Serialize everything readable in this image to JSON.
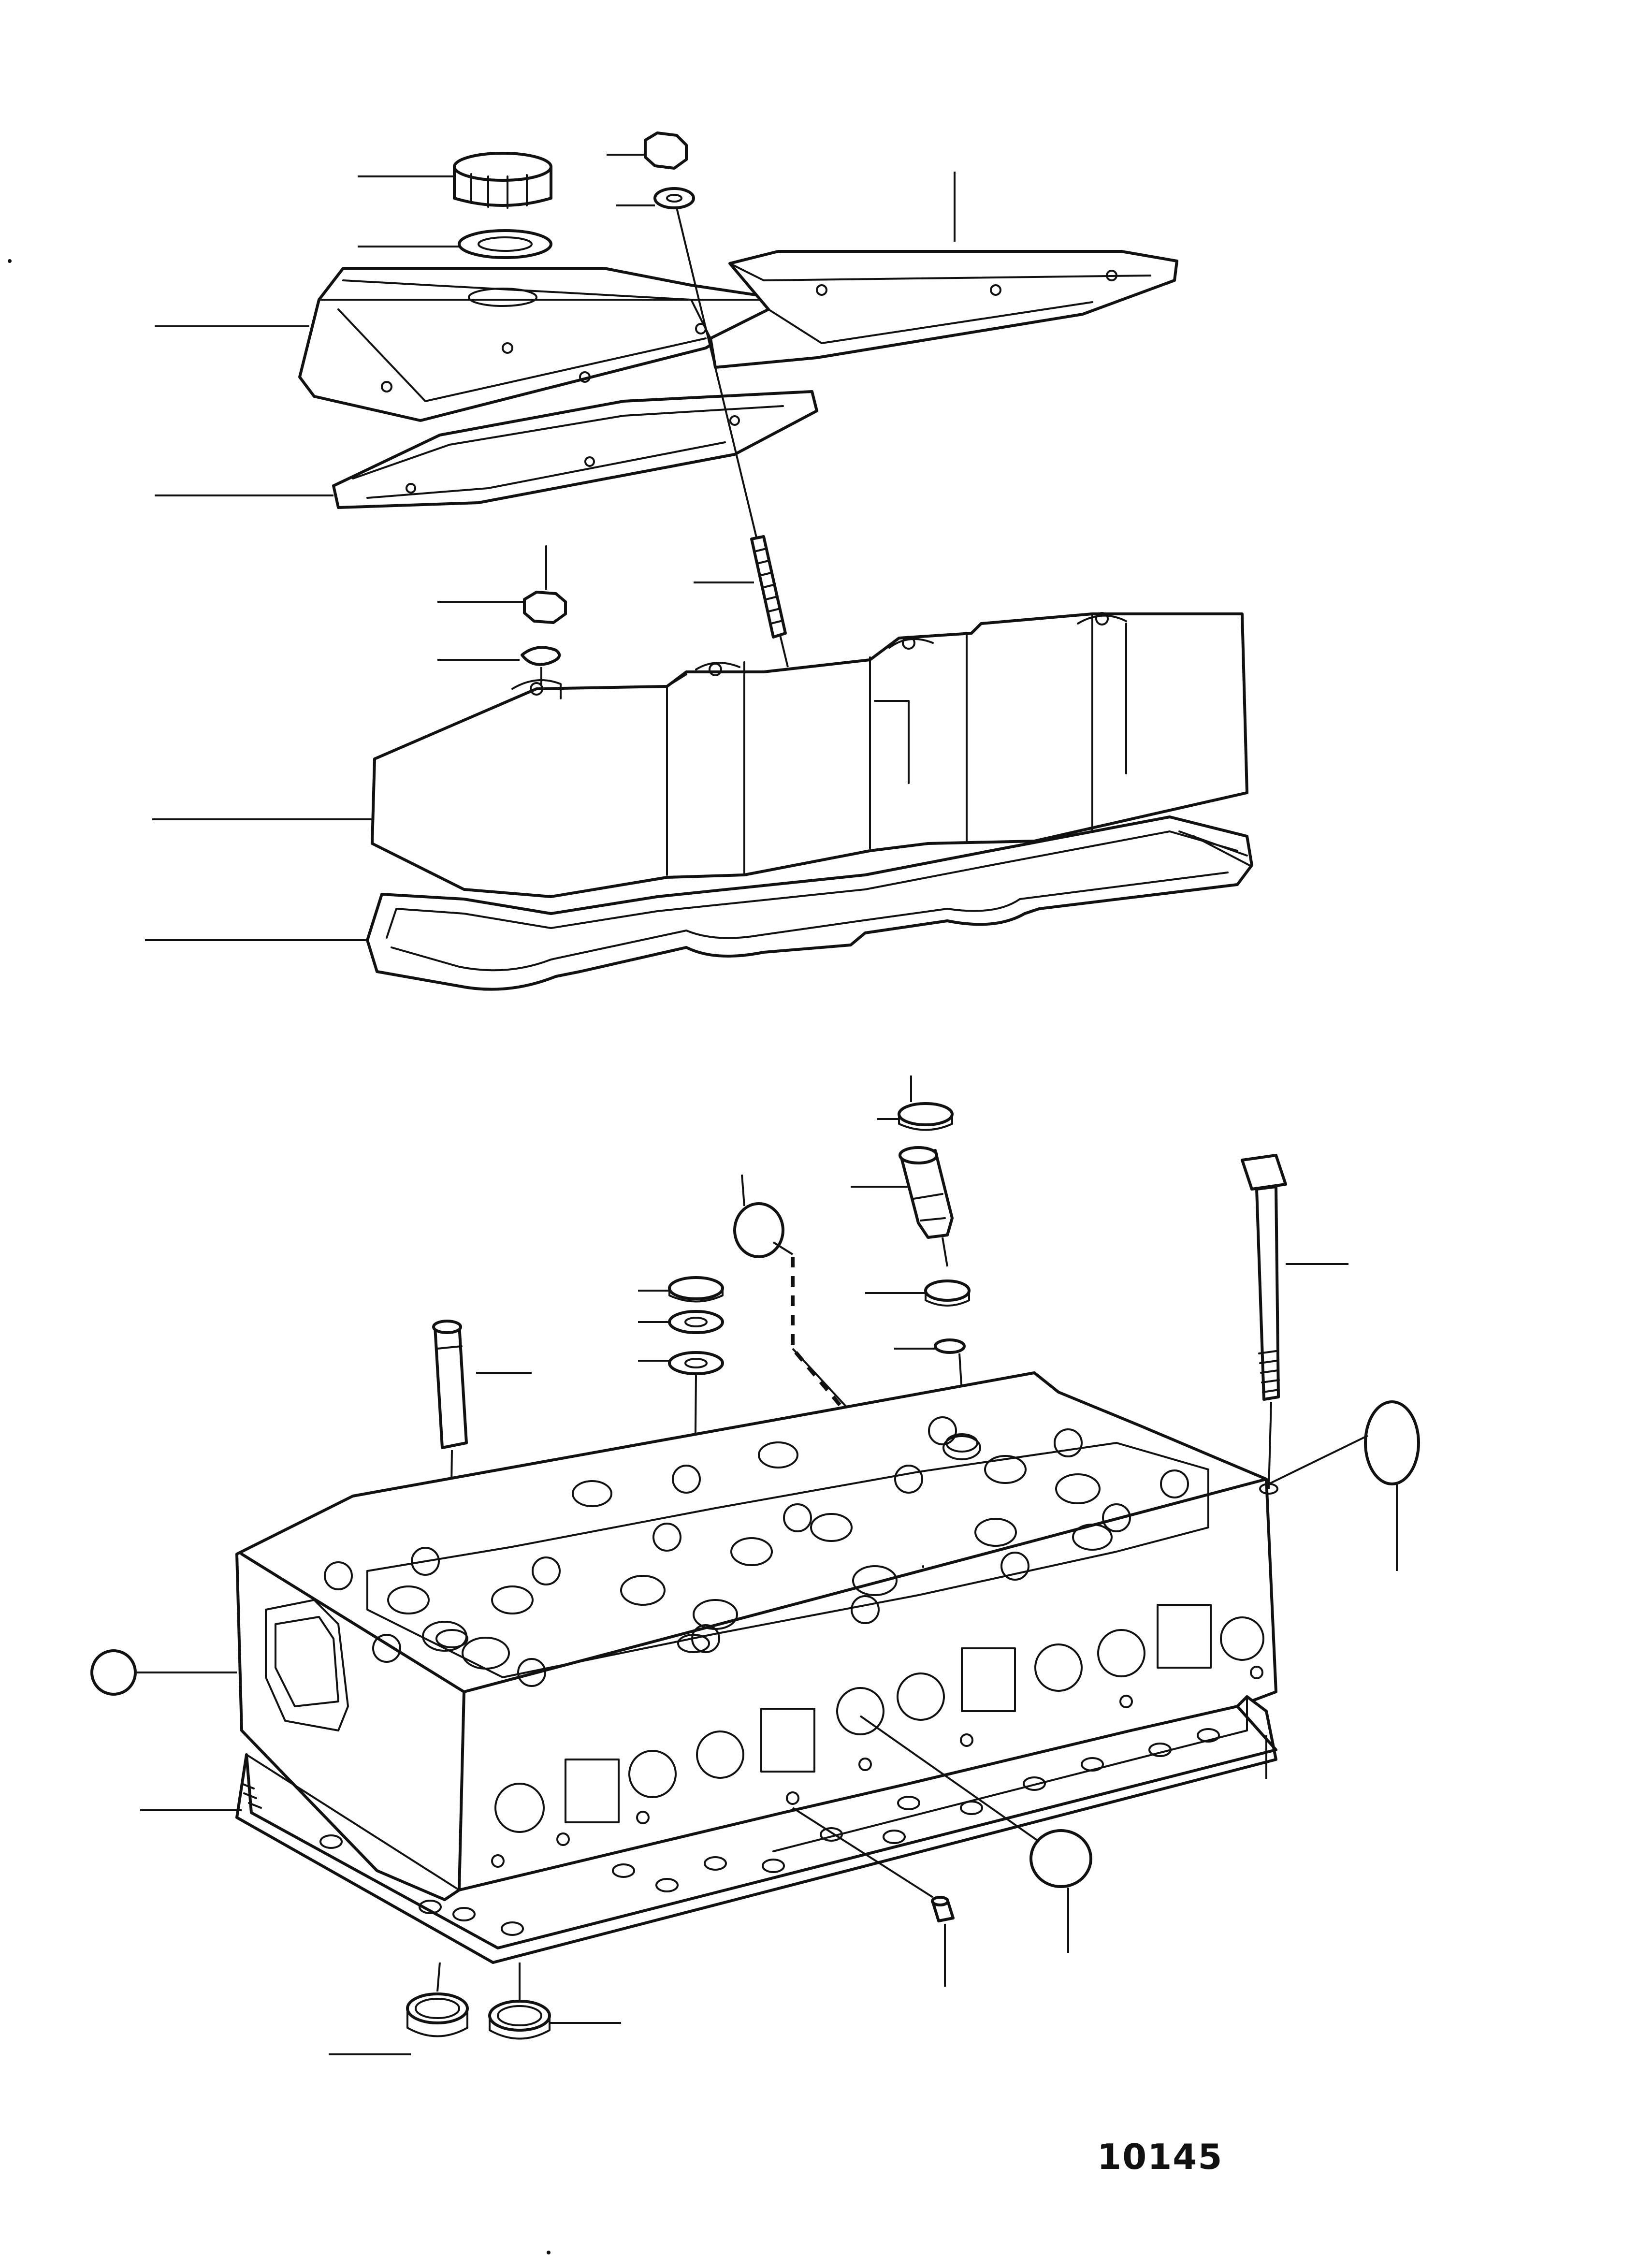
{
  "figure_number": "10145",
  "parts": [
    "filler-cap",
    "filler-cap-seal",
    "nut",
    "washer",
    "valve-cover-section",
    "valve-cover-section-rear",
    "cover-gasket-upper",
    "stud",
    "nut-lower",
    "lock-washer",
    "rocker-cover",
    "rocker-cover-gasket",
    "nozzle-sleeve-seal-top",
    "nozzle-sleeve",
    "nozzle-sleeve-ring",
    "nozzle-sleeve-o-ring",
    "sealing-plug-top",
    "washer-set",
    "valve-guide",
    "cylinder-head-bolt",
    "core-plug-rear",
    "core-plug-front",
    "cylinder-head",
    "head-gasket",
    "core-plug-side",
    "dowel-pin",
    "valve-seat-ring",
    "valve-seat-ring-2"
  ]
}
